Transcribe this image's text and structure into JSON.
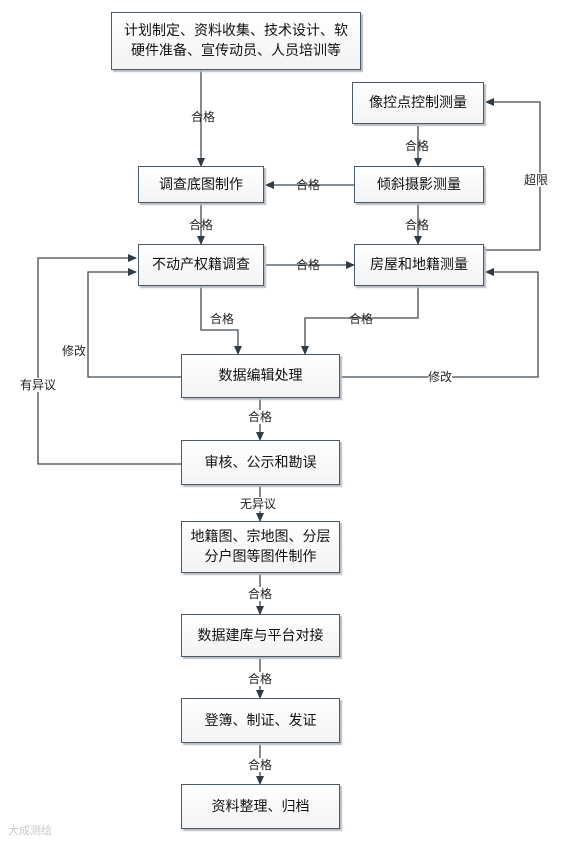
{
  "nodes": {
    "plan": "计划制定、资料收集、技术设计、软\n硬件准备、宣传动员、人员培训等",
    "image_control": "像控点控制测量",
    "base_map": "调查底图制作",
    "oblique": "倾斜摄影测量",
    "property_survey": "不动产权籍调查",
    "house_survey": "房屋和地籍测量",
    "data_edit": "数据编辑处理",
    "review": "审核、公示和勘误",
    "map_making": "地籍图、宗地图、分层\n分户图等图件制作",
    "database": "数据建库与平台对接",
    "register": "登簿、制证、发证",
    "archive": "资料整理、归档"
  },
  "labels": {
    "pass": "合格",
    "exceed": "超限",
    "modify": "修改",
    "objection": "有异议",
    "no_objection": "无异议"
  },
  "watermark": "大成测绘"
}
